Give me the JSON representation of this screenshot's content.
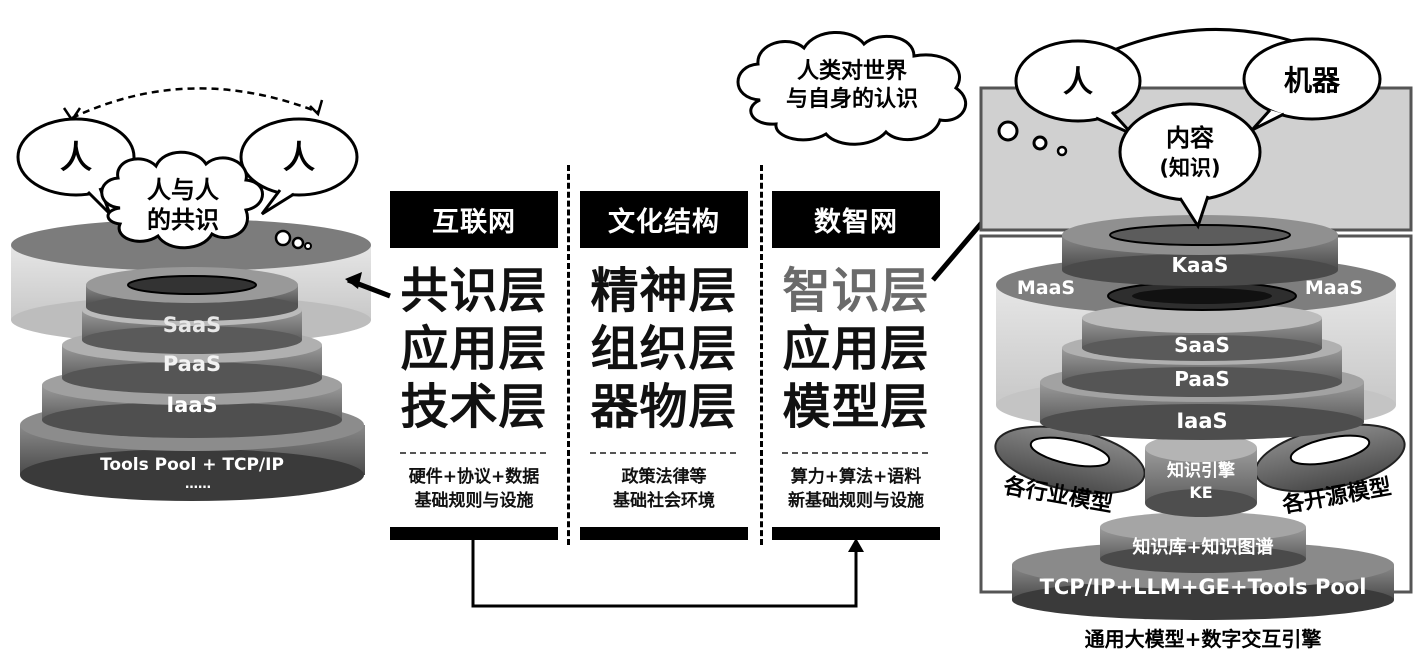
{
  "left_stack": {
    "person_a": "人",
    "person_b": "人",
    "consensus_line1": "人与人",
    "consensus_line2": "的共识",
    "layers": [
      "SaaS",
      "PaaS",
      "IaaS"
    ],
    "base_line1": "Tools Pool + TCP/IP",
    "base_line2": "……"
  },
  "columns": [
    {
      "header": "互联网",
      "layers": [
        "共识层",
        "应用层",
        "技术层"
      ],
      "footer_line1": "硬件+协议+数据",
      "footer_line2": "基础规则与设施"
    },
    {
      "header": "文化结构",
      "layers": [
        "精神层",
        "组织层",
        "器物层"
      ],
      "footer_line1": "政策法律等",
      "footer_line2": "基础社会环境"
    },
    {
      "header": "数智网",
      "layers": [
        "智识层",
        "应用层",
        "模型层"
      ],
      "footer_line1": "算力+算法+语料",
      "footer_line2": "新基础规则与设施"
    }
  ],
  "right_stack": {
    "thought_line1": "人类对世界",
    "thought_line2": "与自身的认识",
    "person": "人",
    "machine": "机器",
    "content_line1": "内容",
    "content_line2": "(知识)",
    "kaas": "KaaS",
    "maas_left": "MaaS",
    "maas_right": "MaaS",
    "layers": [
      "SaaS",
      "PaaS",
      "IaaS"
    ],
    "industry_models": "各行业模型",
    "open_models": "各开源模型",
    "engine_line1": "知识引擎",
    "engine_line2": "KE",
    "kb": "知识库+知识图谱",
    "base": "TCP/IP+LLM+GE+Tools Pool",
    "caption": "通用大模型+数字交互引擎"
  }
}
